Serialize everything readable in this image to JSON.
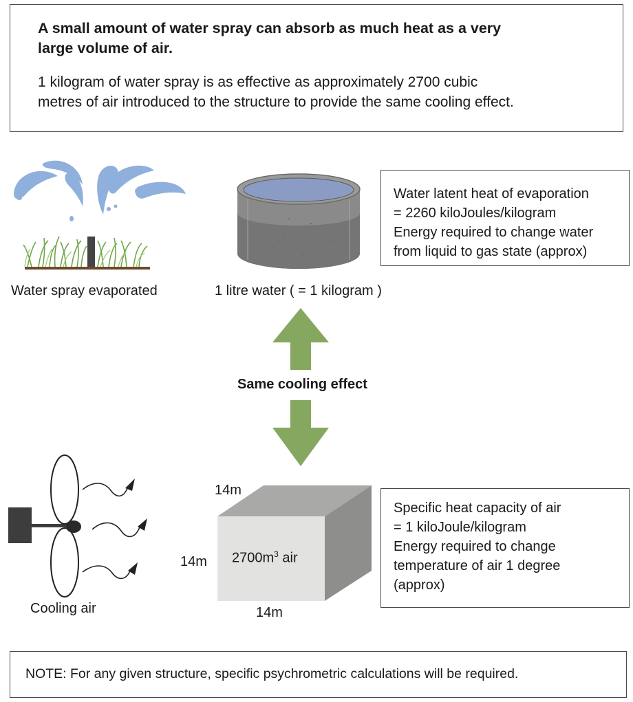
{
  "intro": {
    "headline": "A small amount of water spray can absorb as much heat as a very large volume of air.",
    "headline_lines": [
      "A small amount of water spray can absorb as much heat as a very",
      "large volume of air."
    ],
    "body_lines": [
      "1 kilogram of water spray is as effective as approximately 2700 cubic",
      "metres of air introduced to the structure to provide the same cooling effect."
    ]
  },
  "water_side": {
    "spray_label": "Water spray evaporated",
    "tank_label": "1 litre water ( = 1 kilogram )",
    "info_lines": [
      "Water latent heat of evaporation",
      "= 2260 kiloJoules/kilogram",
      "Energy required to change water",
      "from liquid to gas state (approx)"
    ]
  },
  "comparison": {
    "label": "Same cooling effect",
    "arrow_color": "#86a760"
  },
  "air_side": {
    "fan_label": "Cooling air",
    "cube_top_label": "14m",
    "cube_side_label": "14m",
    "cube_bottom_label": "14m",
    "cube_volume": "2700m",
    "cube_volume_exponent": "3",
    "cube_volume_suffix": " air",
    "info_lines": [
      "Specific heat capacity of air",
      "= 1 kiloJoule/kilogram",
      "Energy required to change",
      "temperature of air 1 degree",
      "(approx)"
    ]
  },
  "note": "NOTE: For any given structure, specific psychrometric calculations will be required.",
  "colors": {
    "spray_blue": "#8fb0dc",
    "grass_green": "#6fa84a",
    "tank_grey": "#8c8c8c",
    "water_blue": "#8a9cc4",
    "cube_front": "#e2e3e1",
    "cube_top": "#a9aaa8",
    "cube_side": "#8e8f8d",
    "border": "#4a4a4a"
  }
}
